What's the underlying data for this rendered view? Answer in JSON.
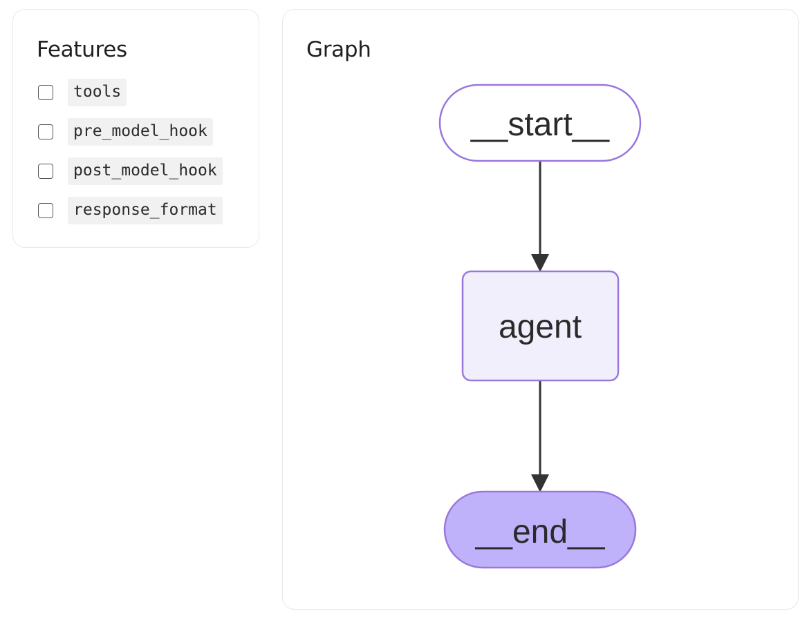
{
  "features": {
    "title": "Features",
    "items": [
      {
        "label": "tools",
        "checked": false
      },
      {
        "label": "pre_model_hook",
        "checked": false
      },
      {
        "label": "post_model_hook",
        "checked": false
      },
      {
        "label": "response_format",
        "checked": false
      }
    ]
  },
  "graph": {
    "title": "Graph",
    "nodes": {
      "start": "__start__",
      "agent": "agent",
      "end": "__end__"
    },
    "edges": [
      {
        "from": "__start__",
        "to": "agent"
      },
      {
        "from": "agent",
        "to": "__end__"
      }
    ],
    "colors": {
      "node_border": "#9a77dc",
      "start_fill": "#ffffff",
      "agent_fill": "#f2effd",
      "end_fill": "#bfb2fb",
      "edge": "#333333"
    }
  }
}
